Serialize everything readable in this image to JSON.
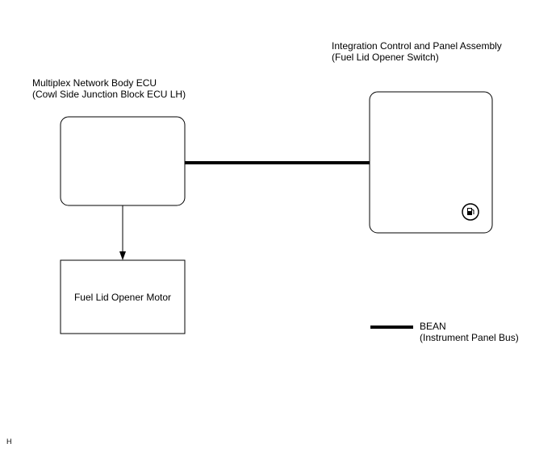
{
  "body_ecu": {
    "title_line1": "Multiplex Network Body ECU",
    "title_line2": "(Cowl Side Junction Block ECU LH)"
  },
  "panel_assembly": {
    "title_line1": "Integration Control and Panel Assembly",
    "title_line2": "(Fuel Lid Opener Switch)",
    "icon": "fuel-pump-icon"
  },
  "motor": {
    "label": "Fuel Lid Opener Motor"
  },
  "legend": {
    "line_label": "BEAN",
    "line_sublabel": "(Instrument Panel Bus)"
  },
  "footer": {
    "code": "H"
  },
  "colors": {
    "line": "#000000",
    "background": "#ffffff"
  }
}
